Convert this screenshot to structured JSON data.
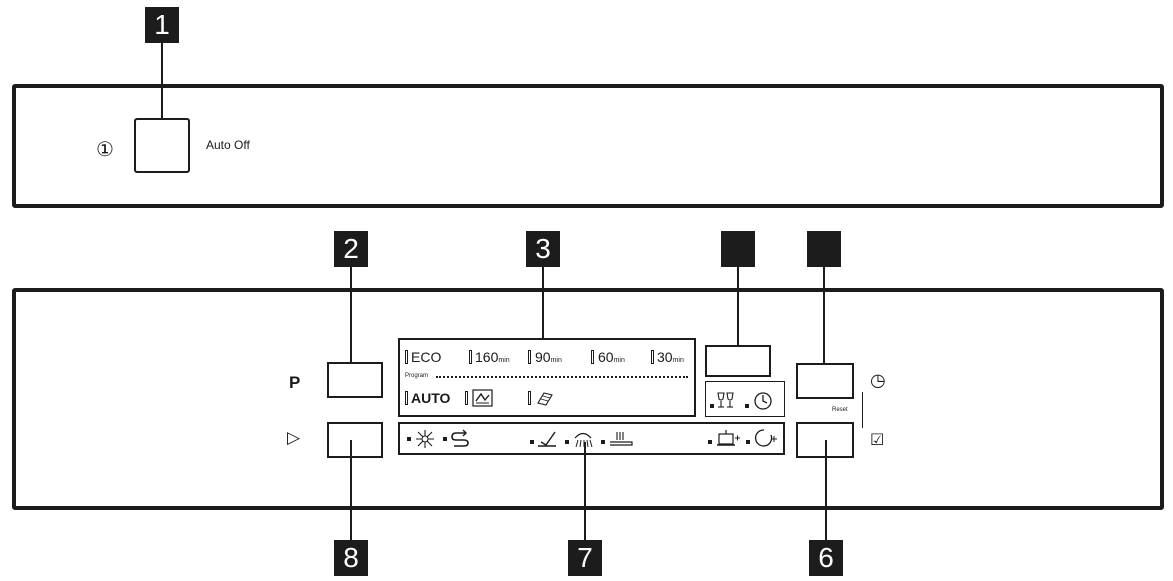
{
  "callouts": {
    "c1": "1",
    "c2": "2",
    "c3": "3",
    "c4": "",
    "c5": "",
    "c6": "6",
    "c7": "7",
    "c8": "8"
  },
  "top_panel": {
    "power_symbol": "①",
    "auto_off_label": "Auto Off"
  },
  "program_button": {
    "label": "P"
  },
  "start_button": {
    "symbol": "▷"
  },
  "programs": {
    "row1": [
      {
        "main": "ECO",
        "unit": ""
      },
      {
        "main": "160",
        "unit": "min"
      },
      {
        "main": "90",
        "unit": "min"
      },
      {
        "main": "60",
        "unit": "min"
      },
      {
        "main": "30",
        "unit": "min"
      }
    ],
    "program_caption": "Program",
    "auto_label": "AUTO"
  },
  "reset_caption": "Reset",
  "icons": {
    "delay_symbol": "◷",
    "rinse_symbol": "☑"
  }
}
